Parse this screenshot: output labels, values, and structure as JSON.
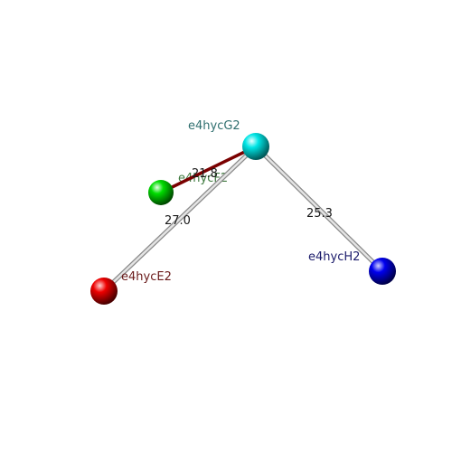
{
  "nodes": [
    {
      "id": "G2",
      "label": "e4hycG2",
      "color": "#00e5e5",
      "label_color": "#2f6f6f"
    },
    {
      "id": "F2",
      "label": "e4hycF2",
      "color": "#00dd00",
      "label_color": "#3f7a3f"
    },
    {
      "id": "E2",
      "label": "e4hycE2",
      "color": "#ee0000",
      "label_color": "#6a1a1a"
    },
    {
      "id": "H2",
      "label": "e4hycH2",
      "color": "#0000ee",
      "label_color": "#1a1a6a"
    }
  ],
  "edges": [
    {
      "from": "G2",
      "to": "F2",
      "distance": "21.8",
      "color": "#7a0000"
    },
    {
      "from": "G2",
      "to": "E2",
      "distance": "27.0",
      "color": "#cccccc"
    },
    {
      "from": "G2",
      "to": "H2",
      "distance": "25.3",
      "color": "#cccccc"
    }
  ]
}
